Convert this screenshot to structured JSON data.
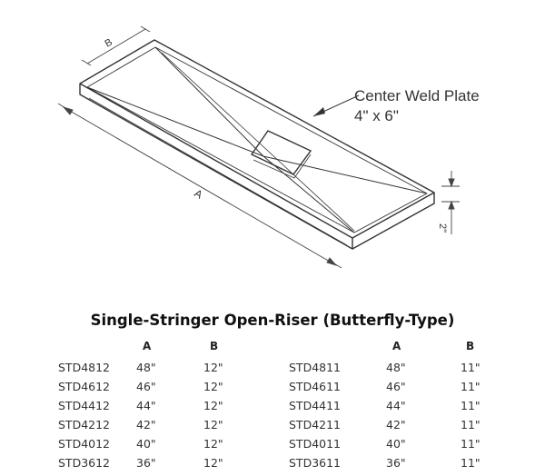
{
  "callout": {
    "line1": "Center Weld Plate",
    "line2": "4\" x 6\""
  },
  "dimension_labels": {
    "a": "A",
    "b": "B",
    "c": "2\""
  },
  "table": {
    "title": "Single-Stringer Open-Riser (Butterfly-Type)",
    "headers": {
      "a": "A",
      "b": "B"
    },
    "left": [
      {
        "part": "STD4812",
        "a": "48\"",
        "b": "12\""
      },
      {
        "part": "STD4612",
        "a": "46\"",
        "b": "12\""
      },
      {
        "part": "STD4412",
        "a": "44\"",
        "b": "12\""
      },
      {
        "part": "STD4212",
        "a": "42\"",
        "b": "12\""
      },
      {
        "part": "STD4012",
        "a": "40\"",
        "b": "12\""
      },
      {
        "part": "STD3612",
        "a": "36\"",
        "b": "12\""
      }
    ],
    "right": [
      {
        "part": "STD4811",
        "a": "48\"",
        "b": "11\""
      },
      {
        "part": "STD4611",
        "a": "46\"",
        "b": "11\""
      },
      {
        "part": "STD4411",
        "a": "44\"",
        "b": "11\""
      },
      {
        "part": "STD4211",
        "a": "42\"",
        "b": "11\""
      },
      {
        "part": "STD4011",
        "a": "40\"",
        "b": "11\""
      },
      {
        "part": "STD3611",
        "a": "36\"",
        "b": "11\""
      }
    ]
  }
}
